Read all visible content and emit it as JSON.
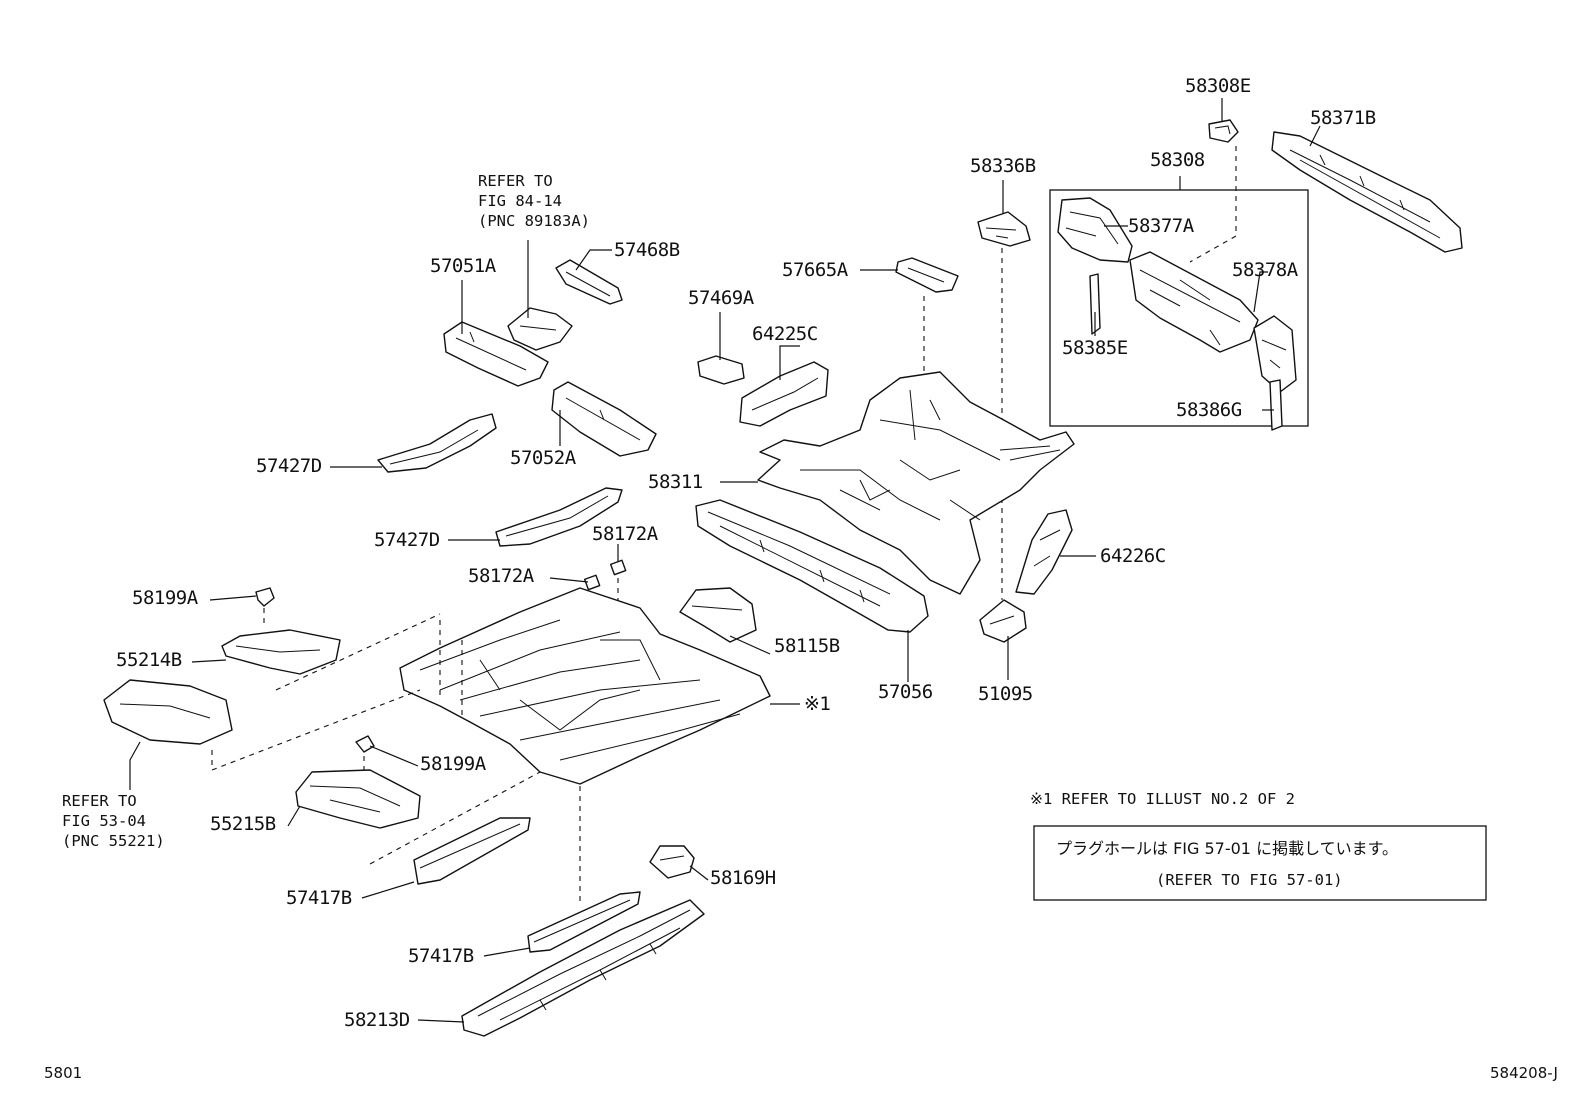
{
  "labels": {
    "p58308E": "58308E",
    "p58371B": "58371B",
    "p58308": "58308",
    "p58336B": "58336B",
    "p58377A": "58377A",
    "p58378A": "58378A",
    "p58385E": "58385E",
    "p58386G": "58386G",
    "p57665A": "57665A",
    "p57469A": "57469A",
    "p64225C": "64225C",
    "p57051A": "57051A",
    "p57468B": "57468B",
    "p57427D_1": "57427D",
    "p57052A": "57052A",
    "p58311": "58311",
    "p57427D_2": "57427D",
    "p58172A_1": "58172A",
    "p58172A_2": "58172A",
    "p64226C": "64226C",
    "p58199A_1": "58199A",
    "p55214B": "55214B",
    "p58115B": "58115B",
    "p57056": "57056",
    "p51095": "51095",
    "p58199A_2": "58199A",
    "p55215B": "55215B",
    "p57417B_1": "57417B",
    "p58169H": "58169H",
    "p57417B_2": "57417B",
    "p58213D": "58213D",
    "star1": "※1"
  },
  "refs": {
    "fig84": [
      "REFER TO",
      "FIG 84-14",
      "(PNC 89183A)"
    ],
    "fig53": [
      "REFER TO",
      "FIG 53-04",
      "(PNC 55221)"
    ]
  },
  "notes": {
    "star_note": "※1  REFER TO ILLUST NO.2 OF 2",
    "box_jp": "プラグホールは FIG 57-01 に掲載しています。",
    "box_en": "(REFER TO FIG 57-01)"
  },
  "footer": {
    "left": "5801",
    "right": "584208-J"
  }
}
